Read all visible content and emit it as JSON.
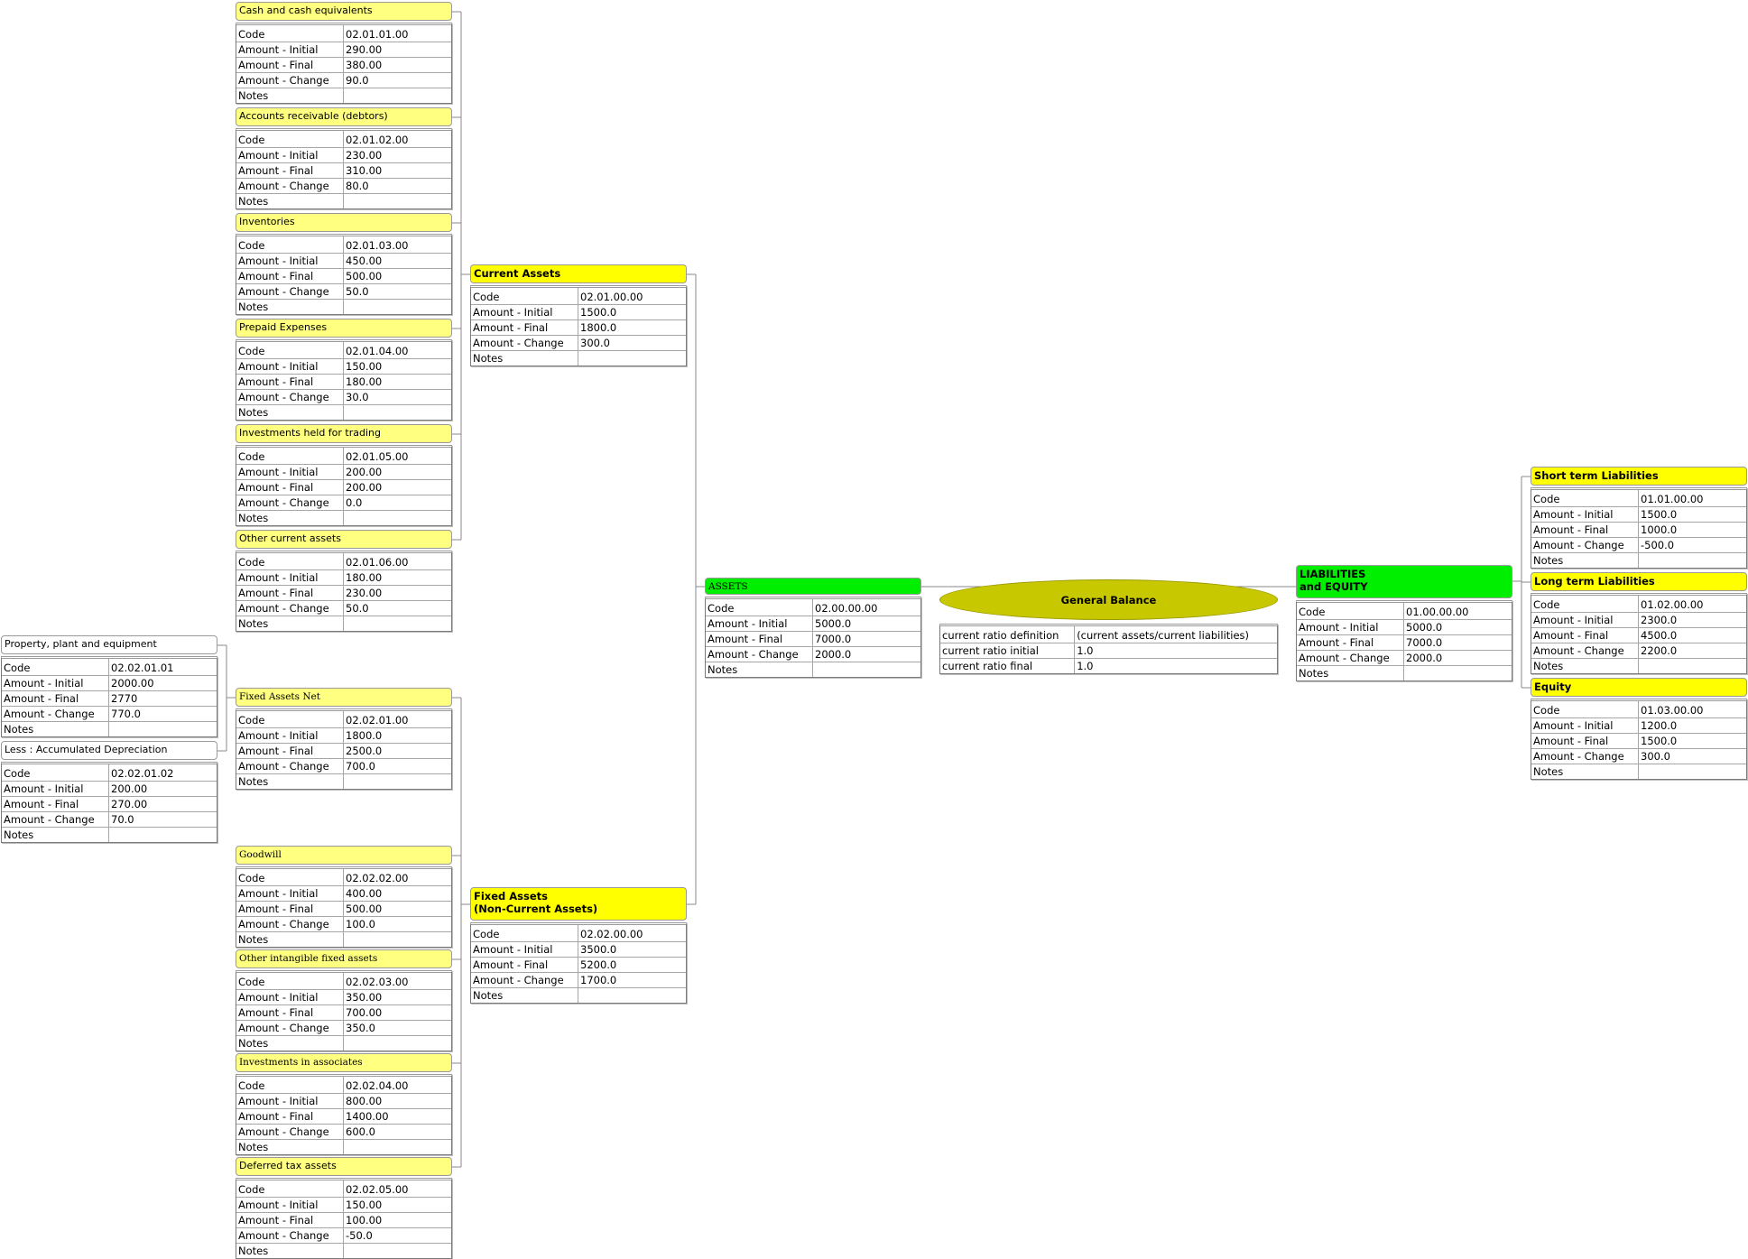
{
  "colors": {
    "leaf_header": "#ffff80",
    "group_header": "#ffff00",
    "root_header": "#00ee00",
    "center_ellipse": "#c8c800",
    "connector": "#888888"
  },
  "center": {
    "title": "General Balance",
    "rows": [
      {
        "label": "current ratio definition",
        "value": "(current assets/current liabilities)"
      },
      {
        "label": "current ratio initial",
        "value": "1.0"
      },
      {
        "label": "current ratio final",
        "value": "1.0"
      }
    ]
  },
  "nodes": [
    {
      "id": "cash",
      "title": "Cash and cash equivalents",
      "style": "leaf",
      "rows": [
        [
          "Code",
          "02.01.01.00"
        ],
        [
          "Amount - Initial",
          "290.00"
        ],
        [
          "Amount - Final",
          "380.00"
        ],
        [
          "Amount - Change",
          "90.0"
        ],
        [
          "Notes",
          ""
        ]
      ]
    },
    {
      "id": "ar",
      "title": "Accounts receivable (debtors)",
      "style": "leaf",
      "rows": [
        [
          "Code",
          "02.01.02.00"
        ],
        [
          "Amount - Initial",
          "230.00"
        ],
        [
          "Amount - Final",
          "310.00"
        ],
        [
          "Amount - Change",
          "80.0"
        ],
        [
          "Notes",
          ""
        ]
      ]
    },
    {
      "id": "inv",
      "title": "Inventories",
      "style": "leaf",
      "rows": [
        [
          "Code",
          "02.01.03.00"
        ],
        [
          "Amount - Initial",
          "450.00"
        ],
        [
          "Amount - Final",
          "500.00"
        ],
        [
          "Amount - Change",
          "50.0"
        ],
        [
          "Notes",
          ""
        ]
      ]
    },
    {
      "id": "prepaid",
      "title": "Prepaid Expenses",
      "style": "leaf",
      "rows": [
        [
          "Code",
          "02.01.04.00"
        ],
        [
          "Amount - Initial",
          "150.00"
        ],
        [
          "Amount - Final",
          "180.00"
        ],
        [
          "Amount - Change",
          "30.0"
        ],
        [
          "Notes",
          ""
        ]
      ]
    },
    {
      "id": "trading",
      "title": "Investments held for trading",
      "style": "leaf",
      "rows": [
        [
          "Code",
          "02.01.05.00"
        ],
        [
          "Amount - Initial",
          "200.00"
        ],
        [
          "Amount - Final",
          "200.00"
        ],
        [
          "Amount - Change",
          "0.0"
        ],
        [
          "Notes",
          ""
        ]
      ]
    },
    {
      "id": "othercur",
      "title": "Other current assets",
      "style": "leaf",
      "rows": [
        [
          "Code",
          "02.01.06.00"
        ],
        [
          "Amount - Initial",
          "180.00"
        ],
        [
          "Amount - Final",
          "230.00"
        ],
        [
          "Amount - Change",
          "50.0"
        ],
        [
          "Notes",
          ""
        ]
      ]
    },
    {
      "id": "curassets",
      "title": "Current Assets",
      "style": "group",
      "rows": [
        [
          "Code",
          "02.01.00.00"
        ],
        [
          "Amount - Initial",
          "1500.0"
        ],
        [
          "Amount - Final",
          "1800.0"
        ],
        [
          "Amount - Change",
          "300.0"
        ],
        [
          "Notes",
          ""
        ]
      ]
    },
    {
      "id": "ppe",
      "title": "Property, plant and equipment",
      "style": "plain",
      "rows": [
        [
          "Code",
          "02.02.01.01"
        ],
        [
          "Amount - Initial",
          "2000.00"
        ],
        [
          "Amount - Final",
          "2770"
        ],
        [
          "Amount - Change",
          "770.0"
        ],
        [
          "Notes",
          ""
        ]
      ]
    },
    {
      "id": "depr",
      "title": "Less : Accumulated Depreciation",
      "style": "plain",
      "rows": [
        [
          "Code",
          "02.02.01.02"
        ],
        [
          "Amount - Initial",
          "200.00"
        ],
        [
          "Amount - Final",
          "270.00"
        ],
        [
          "Amount - Change",
          "70.0"
        ],
        [
          "Notes",
          ""
        ]
      ]
    },
    {
      "id": "fanet",
      "title": "Fixed Assets Net",
      "style": "leaf-serif",
      "rows": [
        [
          "Code",
          "02.02.01.00"
        ],
        [
          "Amount - Initial",
          "1800.0"
        ],
        [
          "Amount - Final",
          "2500.0"
        ],
        [
          "Amount - Change",
          "700.0"
        ],
        [
          "Notes",
          ""
        ]
      ]
    },
    {
      "id": "goodwill",
      "title": "Goodwill",
      "style": "leaf-serif",
      "rows": [
        [
          "Code",
          "02.02.02.00"
        ],
        [
          "Amount - Initial",
          "400.00"
        ],
        [
          "Amount - Final",
          "500.00"
        ],
        [
          "Amount - Change",
          "100.0"
        ],
        [
          "Notes",
          ""
        ]
      ]
    },
    {
      "id": "intangible",
      "title": "Other intangible fixed assets",
      "style": "leaf-serif",
      "rows": [
        [
          "Code",
          "02.02.03.00"
        ],
        [
          "Amount - Initial",
          "350.00"
        ],
        [
          "Amount - Final",
          "700.00"
        ],
        [
          "Amount - Change",
          "350.0"
        ],
        [
          "Notes",
          ""
        ]
      ]
    },
    {
      "id": "assoc",
      "title": "Investments in associates",
      "style": "leaf-serif",
      "rows": [
        [
          "Code",
          "02.02.04.00"
        ],
        [
          "Amount - Initial",
          "800.00"
        ],
        [
          "Amount - Final",
          "1400.00"
        ],
        [
          "Amount - Change",
          "600.0"
        ],
        [
          "Notes",
          ""
        ]
      ]
    },
    {
      "id": "deftax",
      "title": "Deferred tax assets",
      "style": "leaf",
      "rows": [
        [
          "Code",
          "02.02.05.00"
        ],
        [
          "Amount - Initial",
          "150.00"
        ],
        [
          "Amount - Final",
          "100.00"
        ],
        [
          "Amount - Change",
          "-50.0"
        ],
        [
          "Notes",
          ""
        ]
      ]
    },
    {
      "id": "fixedassets",
      "title": "Fixed Assets\n(Non-Current Assets)",
      "style": "group",
      "rows": [
        [
          "Code",
          "02.02.00.00"
        ],
        [
          "Amount - Initial",
          "3500.0"
        ],
        [
          "Amount - Final",
          "5200.0"
        ],
        [
          "Amount - Change",
          "1700.0"
        ],
        [
          "Notes",
          ""
        ]
      ]
    },
    {
      "id": "assets",
      "title": "ASSETS",
      "style": "root-serif",
      "rows": [
        [
          "Code",
          "02.00.00.00"
        ],
        [
          "Amount - Initial",
          "5000.0"
        ],
        [
          "Amount - Final",
          "7000.0"
        ],
        [
          "Amount - Change",
          "2000.0"
        ],
        [
          "Notes",
          ""
        ]
      ]
    },
    {
      "id": "liab",
      "title": "LIABILITIES\nand EQUITY",
      "style": "root",
      "rows": [
        [
          "Code",
          "01.00.00.00"
        ],
        [
          "Amount - Initial",
          "5000.0"
        ],
        [
          "Amount - Final",
          "7000.0"
        ],
        [
          "Amount - Change",
          "2000.0"
        ],
        [
          "Notes",
          ""
        ]
      ]
    },
    {
      "id": "stl",
      "title": "Short term Liabilities",
      "style": "group",
      "rows": [
        [
          "Code",
          "01.01.00.00"
        ],
        [
          "Amount - Initial",
          "1500.0"
        ],
        [
          "Amount - Final",
          "1000.0"
        ],
        [
          "Amount - Change",
          "-500.0"
        ],
        [
          "Notes",
          ""
        ]
      ]
    },
    {
      "id": "ltl",
      "title": "Long term Liabilities",
      "style": "group",
      "rows": [
        [
          "Code",
          "01.02.00.00"
        ],
        [
          "Amount - Initial",
          "2300.0"
        ],
        [
          "Amount - Final",
          "4500.0"
        ],
        [
          "Amount - Change",
          "2200.0"
        ],
        [
          "Notes",
          ""
        ]
      ]
    },
    {
      "id": "equity",
      "title": "Equity",
      "style": "group",
      "rows": [
        [
          "Code",
          "01.03.00.00"
        ],
        [
          "Amount - Initial",
          "1200.0"
        ],
        [
          "Amount - Final",
          "1500.0"
        ],
        [
          "Amount - Change",
          "300.0"
        ],
        [
          "Notes",
          ""
        ]
      ]
    }
  ]
}
